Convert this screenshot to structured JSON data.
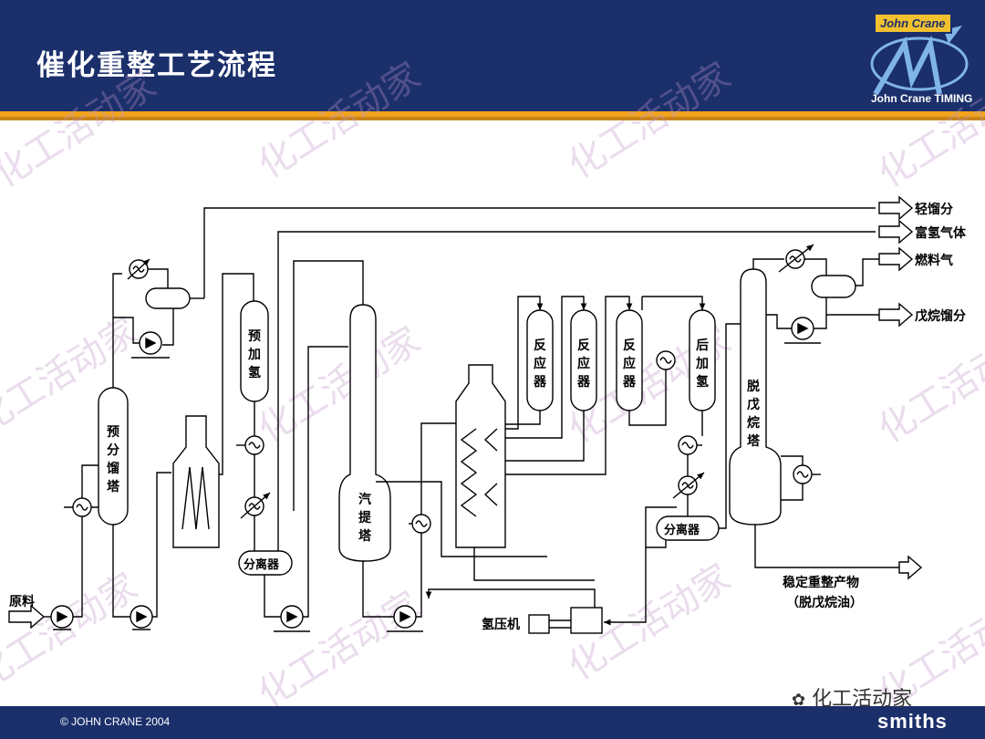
{
  "slide": {
    "title": "催化重整工艺流程"
  },
  "logo": {
    "name": "John Crane",
    "tagline": "John Crane TIMING"
  },
  "footer": {
    "copyright": "© JOHN CRANE 2004",
    "brand": "smiths"
  },
  "account": {
    "wechat_name": "化工活动家"
  },
  "watermark": {
    "text": "化工活动家"
  },
  "diagram": {
    "feed": "原料",
    "outputs": {
      "light": "轻馏分",
      "h2gas": "富氢气体",
      "fuelgas": "燃料气",
      "pentane": "戊烷馏分",
      "product1": "稳定重整产物",
      "product2": "（脱戊烷油）"
    },
    "vessels": {
      "prefrac": [
        "预",
        "分",
        "馏",
        "塔"
      ],
      "prehydro": [
        "预",
        "加",
        "氢"
      ],
      "stripper": [
        "汽",
        "提",
        "塔"
      ],
      "reactor1": [
        "反",
        "应",
        "器"
      ],
      "reactor2": [
        "反",
        "应",
        "器"
      ],
      "reactor3": [
        "反",
        "应",
        "器"
      ],
      "posthydro": [
        "后",
        "加",
        "氢"
      ],
      "depentanizer": [
        "脱",
        "戊",
        "烷",
        "塔"
      ]
    },
    "separator1": "分离器",
    "separator2": "分离器",
    "compressor": "氢压机"
  }
}
